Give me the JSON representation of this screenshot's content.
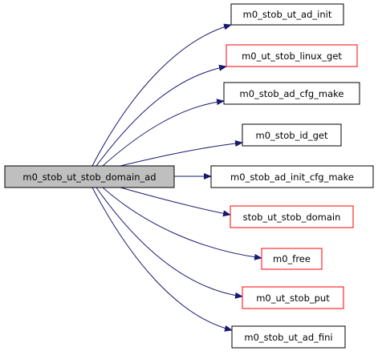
{
  "graph": {
    "root": {
      "label": "m0_stob_ut_stob_domain_ad"
    },
    "callees": [
      {
        "label": "m0_stob_ut_ad_init",
        "border": "#000000"
      },
      {
        "label": "m0_ut_stob_linux_get",
        "border": "#ff0000"
      },
      {
        "label": "m0_stob_ad_cfg_make",
        "border": "#000000"
      },
      {
        "label": "m0_stob_id_get",
        "border": "#000000"
      },
      {
        "label": "m0_stob_ad_init_cfg_make",
        "border": "#000000"
      },
      {
        "label": "stob_ut_stob_domain",
        "border": "#ff0000"
      },
      {
        "label": "m0_free",
        "border": "#ff0000"
      },
      {
        "label": "m0_ut_stob_put",
        "border": "#ff0000"
      },
      {
        "label": "m0_stob_ut_ad_fini",
        "border": "#000000"
      }
    ]
  },
  "colors": {
    "edge": "#191970",
    "root_fill": "#bfbfbf"
  }
}
